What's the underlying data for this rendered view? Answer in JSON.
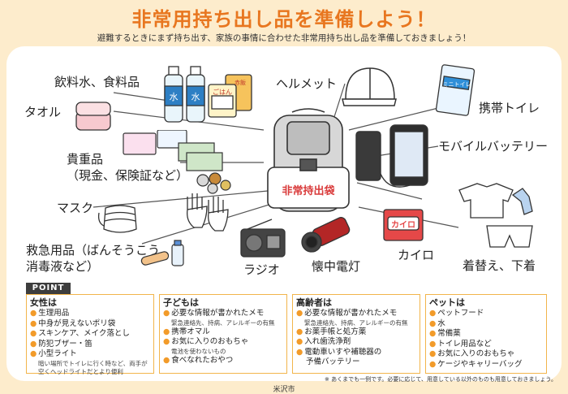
{
  "header": {
    "title": "非常用持ち出し品を準備しよう！",
    "subtitle": "避難するときにまず持ち出す、家族の事情に合わせた非常用持ち出し品を準備しておきましょう！"
  },
  "labels": {
    "water_food": "飲料水、食料品",
    "towel": "タオル",
    "valuables_1": "貴重品",
    "valuables_2": "（現金、保険証など）",
    "mask": "マスク",
    "firstaid_1": "救急用品（ばんそうこう、",
    "firstaid_2": "消毒液など）",
    "radio": "ラジオ",
    "flashlight": "懐中電灯",
    "helmet": "ヘルメット",
    "toilet": "携帯トイレ",
    "battery": "モバイルバッテリー",
    "kairo": "カイロ",
    "clothes": "着替え、下着"
  },
  "illustration_text": {
    "bag": "非常持出袋",
    "water": "水",
    "rice": "ごはん",
    "rice2": "赤飯",
    "kairo": "カイロ",
    "toilet_pack": "ミニトイレ"
  },
  "point": {
    "tag": "POINT",
    "women": {
      "title": "女性は",
      "items": [
        "生理用品",
        "中身が見えないポリ袋",
        "スキンケア、メイク落とし",
        "防犯ブザー・笛",
        "小型ライト"
      ],
      "note": "暗い場所でトイレに行く時など、両手が空くヘッドライトだとより便利"
    },
    "children": {
      "title": "子どもは",
      "item1": "必要な情報が書かれたメモ",
      "note1": "緊急連絡先、持病、アレルギーの有無",
      "item2": "携帯オマル",
      "item3": "お気に入りのおもちゃ",
      "note3": "電池を使わないもの",
      "item4": "食べなれたおやつ"
    },
    "elderly": {
      "title": "高齢者は",
      "item1": "必要な情報が書かれたメモ",
      "note1": "緊急連絡先、持病、アレルギーの有無",
      "item2": "お薬手帳と処方薬",
      "item3": "入れ歯洗浄剤",
      "item4": "電動車いすや補聴器の",
      "item4b": "予備バッテリー"
    },
    "pets": {
      "title": "ペットは",
      "items": [
        "ペットフード",
        "水",
        "常備薬",
        "トイレ用品など",
        "お気に入りのおもちゃ",
        "ケージやキャリーバッグ"
      ]
    }
  },
  "footnote": "※ あくまでも一例です。必要に応じて、用意している以外のものも用意しておきましょう。",
  "city": "米沢市",
  "colors": {
    "accent": "#e8761f",
    "background": "#fdeccc",
    "point_border": "#f2b54b"
  }
}
